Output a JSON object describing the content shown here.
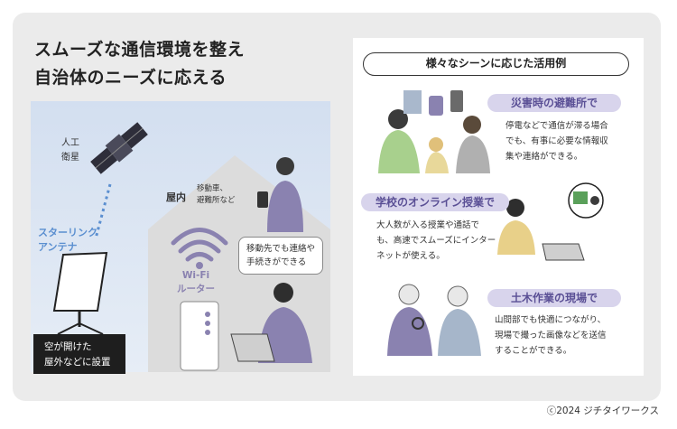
{
  "headline": {
    "line1": "スムーズな通信環境を整え",
    "line2": "自治体のニーズに応える"
  },
  "left": {
    "satellite_label": {
      "line1": "人工",
      "line2": "衛星"
    },
    "antenna_label": {
      "line1": "スターリンク",
      "line2": "アンテナ"
    },
    "indoor_label": "屋内",
    "indoor_examples": {
      "line1": "移動車、",
      "line2": "避難所など"
    },
    "wifi_label": {
      "line1": "Wi-Fi",
      "line2": "ルーター"
    },
    "bubble": {
      "line1": "移動先でも連絡や",
      "line2": "手続きができる"
    },
    "outdoor_note": {
      "line1": "空が開けた",
      "line2": "屋外などに設置"
    }
  },
  "right": {
    "title": "様々なシーンに応じた活用例",
    "sections": [
      {
        "label": "災害時の避難所で",
        "desc": [
          "停電などで通信が滞る場合",
          "でも、有事に必要な情報収",
          "集や連絡ができる。"
        ]
      },
      {
        "label": "学校のオンライン授業で",
        "desc": [
          "大人数が入る授業や通話で",
          "も、高速でスムーズにインター",
          "ネットが使える。"
        ]
      },
      {
        "label": "土木作業の現場で",
        "desc": [
          "山間部でも快適につながり、",
          "現場で撮った画像などを送信",
          "することができる。"
        ]
      }
    ]
  },
  "copyright": "ⓒ2024 ジチタイワークス",
  "colors": {
    "accent_blue": "#5b8fd0",
    "accent_purple": "#8a82b0",
    "label_bg": "#d8d4ec",
    "panel_bg": "#ebebeb"
  }
}
